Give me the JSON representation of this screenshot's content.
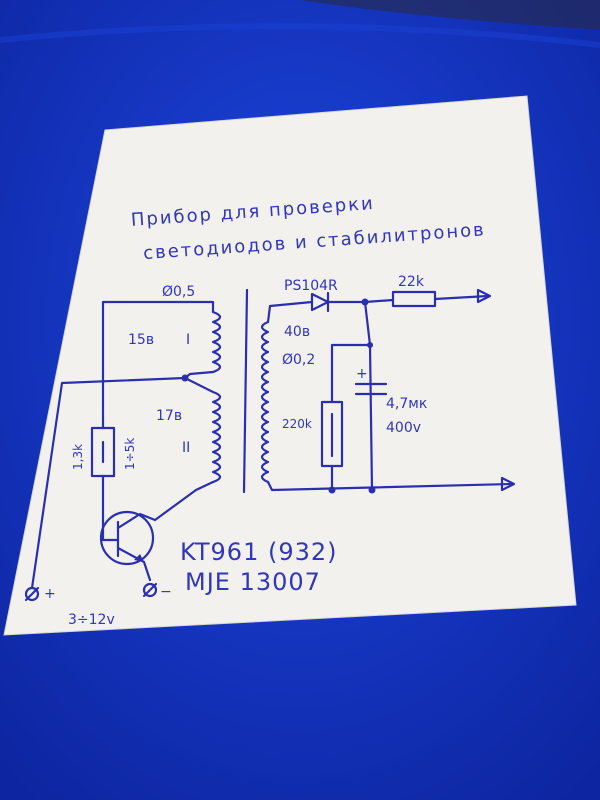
{
  "title": {
    "line1": "Прибор для проверки",
    "line2": "светодиодов и стабилитронов"
  },
  "labels": {
    "wire_dia_primary": "Ø0,5",
    "winding1_voltage": "15в",
    "winding1_numeral": "I",
    "winding2_voltage": "17в",
    "winding2_numeral": "II",
    "resistor_13k": "1,3k",
    "resistor_15k": "1÷5k",
    "diode": "PS104R",
    "resistor_22k": "22k",
    "secondary_voltage": "40в",
    "wire_dia_secondary": "Ø0,2",
    "resistor_220k": "220k",
    "cap_plus": "+",
    "capacitor": "4,7мк",
    "cap_voltage": "400v",
    "transistor_line1": "KT961 (932)",
    "transistor_line2": "MJE 13007",
    "terminal_plus": "+",
    "terminal_minus": "−",
    "supply_range": "3÷12v"
  },
  "colors": {
    "background": "#1235c9",
    "paper": "#f3f1ee",
    "ink": "#2a2fb0"
  }
}
